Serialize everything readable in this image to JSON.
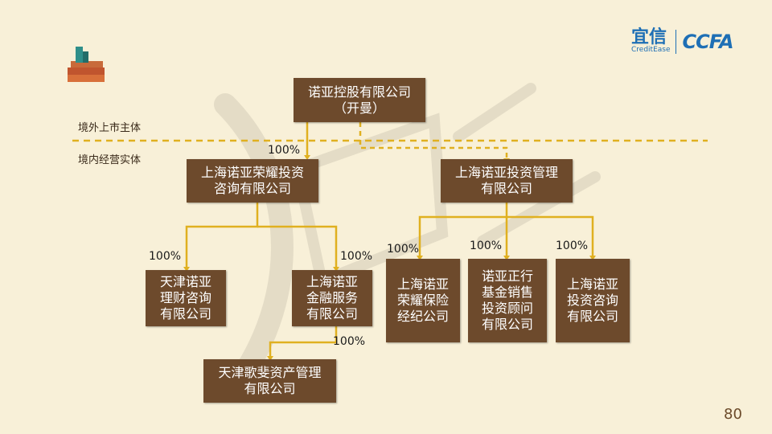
{
  "labels": {
    "offshore": "境外上市主体",
    "onshore": "境内经营实体"
  },
  "logo": {
    "cn": "宜信",
    "en": "CreditEase",
    "partner": "CCFA"
  },
  "nodes": {
    "root": "诺亚控股有限公司\n（开曼）",
    "ronghao": "上海诺亚荣耀投资\n咨询有限公司",
    "investment_mgmt": "上海诺亚投资管理\n有限公司",
    "tianjin_wealth": "天津诺亚\n理财咨询\n有限公司",
    "shanghai_finance": "上海诺亚\n金融服务\n有限公司",
    "gefei": "天津歌斐资产管理\n有限公司",
    "insurance": "上海诺亚\n荣耀保险\n经纪公司",
    "fund_sales": "诺亚正行\n基金销售\n投资顾问\n有限公司",
    "invest_consult": "上海诺亚\n投资咨询\n有限公司"
  },
  "percentages": {
    "root_to_ronghao": "100%",
    "ronghao_to_tianjin": "100%",
    "ronghao_to_finance": "100%",
    "finance_to_gefei": "100%",
    "mgmt_to_insurance": "100%",
    "mgmt_to_fund": "100%",
    "mgmt_to_consult": "100%"
  },
  "page_number": "80",
  "colors": {
    "box": "#6d4a2c",
    "connector": "#e0b020",
    "background": "#f8f0d8",
    "brand": "#1e6fb5"
  }
}
